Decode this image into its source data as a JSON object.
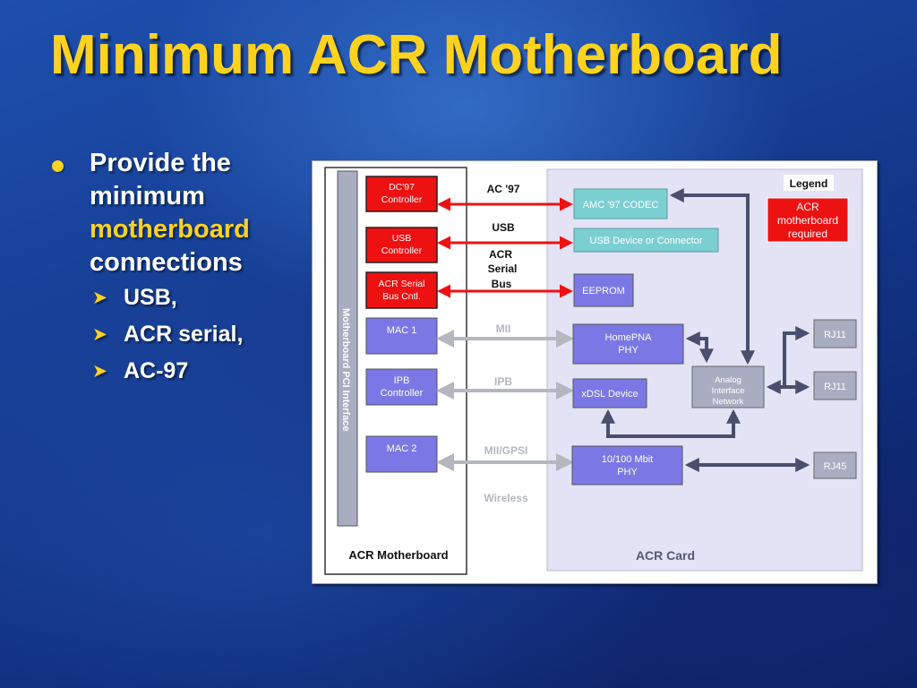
{
  "slide": {
    "title": "Minimum ACR Motherboard",
    "bullet": {
      "part1": "Provide the minimum",
      "highlight": "motherboard",
      "part2": "connections"
    },
    "sub_bullets": [
      "USB,",
      "ACR serial,",
      "AC-97"
    ]
  },
  "diagram": {
    "motherboard_label": "ACR Motherboard",
    "card_label": "ACR Card",
    "pci_interface": "Motherboard PCI Interface",
    "legend_title": "Legend",
    "legend_entry": [
      "ACR",
      "motherboard",
      "required"
    ],
    "dc97": [
      "DC'97",
      "Controller"
    ],
    "usb_ctrl": [
      "USB",
      "Controller"
    ],
    "serial_ctrl": [
      "ACR Serial",
      "Bus Cntl."
    ],
    "mac1": "MAC 1",
    "ipb_ctrl": [
      "IPB",
      "Controller"
    ],
    "mac2": "MAC 2",
    "bus_ac97": "AC '97",
    "bus_usb": "USB",
    "bus_serial": [
      "ACR",
      "Serial",
      "Bus"
    ],
    "bus_mii": "MII",
    "bus_ipb": "IPB",
    "bus_miigpsi": "MII/GPSI",
    "bus_wireless": "Wireless",
    "amc": "AMC '97 CODEC",
    "usb_device": "USB Device or Connector",
    "eeprom": "EEPROM",
    "homepna": [
      "HomePNA",
      "PHY"
    ],
    "xdsl": "xDSL Device",
    "phy100": [
      "10/100 Mbit",
      "PHY"
    ],
    "analog": [
      "Analog",
      "Interface",
      "Network"
    ],
    "rj11_a": "RJ11",
    "rj11_b": "RJ11",
    "rj45": "RJ45"
  },
  "colors": {
    "title": "#ffd21f",
    "required_red": "#ee1111",
    "teal_box": "#7ccfd0",
    "purple_box": "#7b78e6",
    "gray_box": "#a9adc2",
    "card_bg": "#e3e3f5"
  }
}
